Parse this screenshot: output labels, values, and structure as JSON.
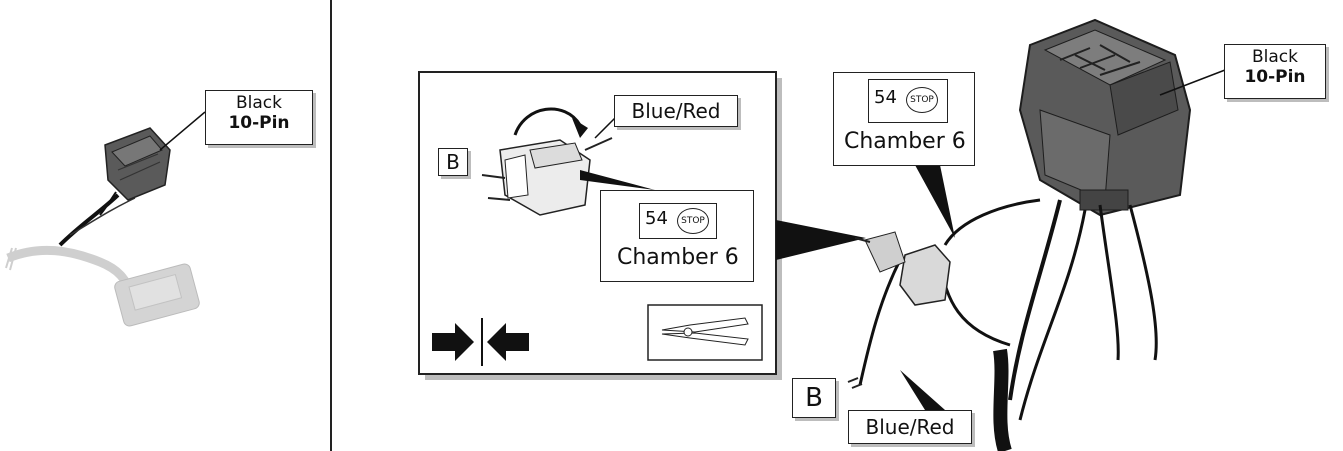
{
  "left_panel": {
    "label_color": "Black",
    "label_pins": "10-Pin"
  },
  "inset": {
    "wire_label": "Blue/Red",
    "terminal_letter": "B",
    "step_number": "54",
    "stop_text": "STOP",
    "chamber": "Chamber 6"
  },
  "main": {
    "connector_color": "Black",
    "connector_pins": "10-Pin",
    "step_number": "54",
    "stop_text": "STOP",
    "chamber": "Chamber 6",
    "terminal_letter": "B",
    "wire_label": "Blue/Red"
  },
  "colors": {
    "connector": "#5a5a5a",
    "connector_dark": "#2e2e2e",
    "faded": "#c9c9c9",
    "outline": "#222222",
    "shadow": "#bdbdbd"
  },
  "icons": [
    "push-together-arrows-icon",
    "pliers-icon",
    "stop-icon",
    "rotate-arrow-icon"
  ]
}
